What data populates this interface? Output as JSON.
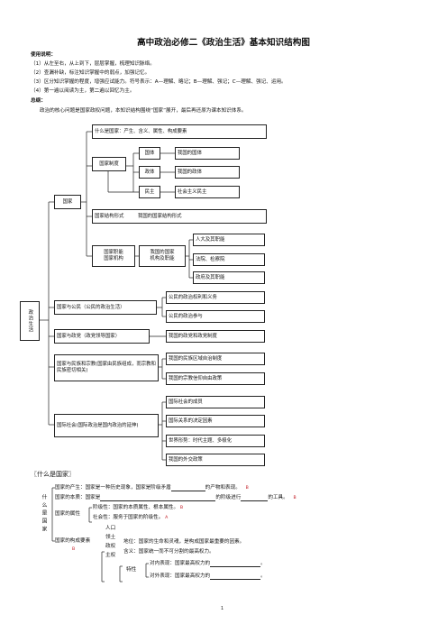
{
  "title": "高中政治必修二《政治生活》基本知识结构图",
  "instructions": {
    "heading": "使用说明：",
    "items": [
      "（1）从左至右，从上到下，层层掌握，梳理知识脉络。",
      "（2）查漏补缺，标注知识掌握中的弱点，加强记忆。",
      "（3）区分知识掌握的程度，增强应试能力。符号表示：A—理解、略记；B—理解、强记；C—理解、强记、运用。",
      "（4）第一遍以阅读为主，第二遍以回忆为主。"
    ]
  },
  "summary": {
    "heading": "总纲：",
    "text": "政治的核心问题是国家政权问题，本知识结构围绕“国家”展开，最后再还原为课本知识体系。"
  },
  "tree": {
    "root": "政治生活",
    "state": "国家",
    "what_is_state": "什么是国家：产生、含义、属性、构成要素",
    "system": "国家制度",
    "polity": "国体",
    "polity_val": "我国的国体",
    "regime": "政体",
    "regime_val": "我国的政体",
    "democracy": "民主",
    "democracy_val": "社会主义民主",
    "structure": "国家结构形式",
    "structure_val": "我国的国家结构形式",
    "organs": "国家职能\n国家机构",
    "organs_mid": "我国的国家\n机构及职能",
    "npc": "人大及其职能",
    "courts": "法院、检察院",
    "gov": "政府及其职能",
    "citizen": "国家与公民（公民的政治生活）",
    "citizen_1": "公民的政治权利和义务",
    "citizen_2": "公民的政治参与",
    "party": "国家与政党（政党领导国家）",
    "party_val": "我国的政党和政党制度",
    "ethnic": "国家与民族和宗教(国家由民族组成，而宗教和民族密切相关)",
    "ethnic_1": "我国的民族区域自治制度",
    "ethnic_2": "我国的宗教信仰自由政策",
    "intl": "国际社会(国际政治是国内政治的延伸)",
    "intl_1": "国际社会的成员",
    "intl_2": "国际关系的决定因素",
    "intl_3": "世界形势：时代主题、多极化",
    "intl_4": "我国的外交政策"
  },
  "section": {
    "heading": "〖什么是国家〗",
    "vertical": "什么是国家",
    "origin": "国家的产生：国家是一种历史现象，国家是阶级矛盾",
    "origin_tail": "的产物和表现。",
    "origin_grade": "B",
    "essence": "国家的本质：国家是",
    "essence_mid": "的阶级进行",
    "essence_tail": "的工具。",
    "essence_grade": "B",
    "attr_label": "国家的属性",
    "attr_1": "阶级性：国家的本质属性、根本属性。",
    "attr_1_grade": "B",
    "attr_2": "社会性：服务于国家的阶级性。",
    "attr_2_grade": "A",
    "elements_label": "国家的构成要素",
    "elements_grade": "B",
    "elements": [
      "人口",
      "领土",
      "政权",
      "主权"
    ],
    "sov_pos": "地位：国家的生命和灵魂，是构成国家最重要的因素。",
    "sov_meaning": "含义：国家统一而不可分割的最高权力。",
    "sov_char": "特性",
    "sov_in": "对内表现：国家最高权力的",
    "sov_out": "对外表现：国家最高权力的",
    "page_no": "1"
  }
}
